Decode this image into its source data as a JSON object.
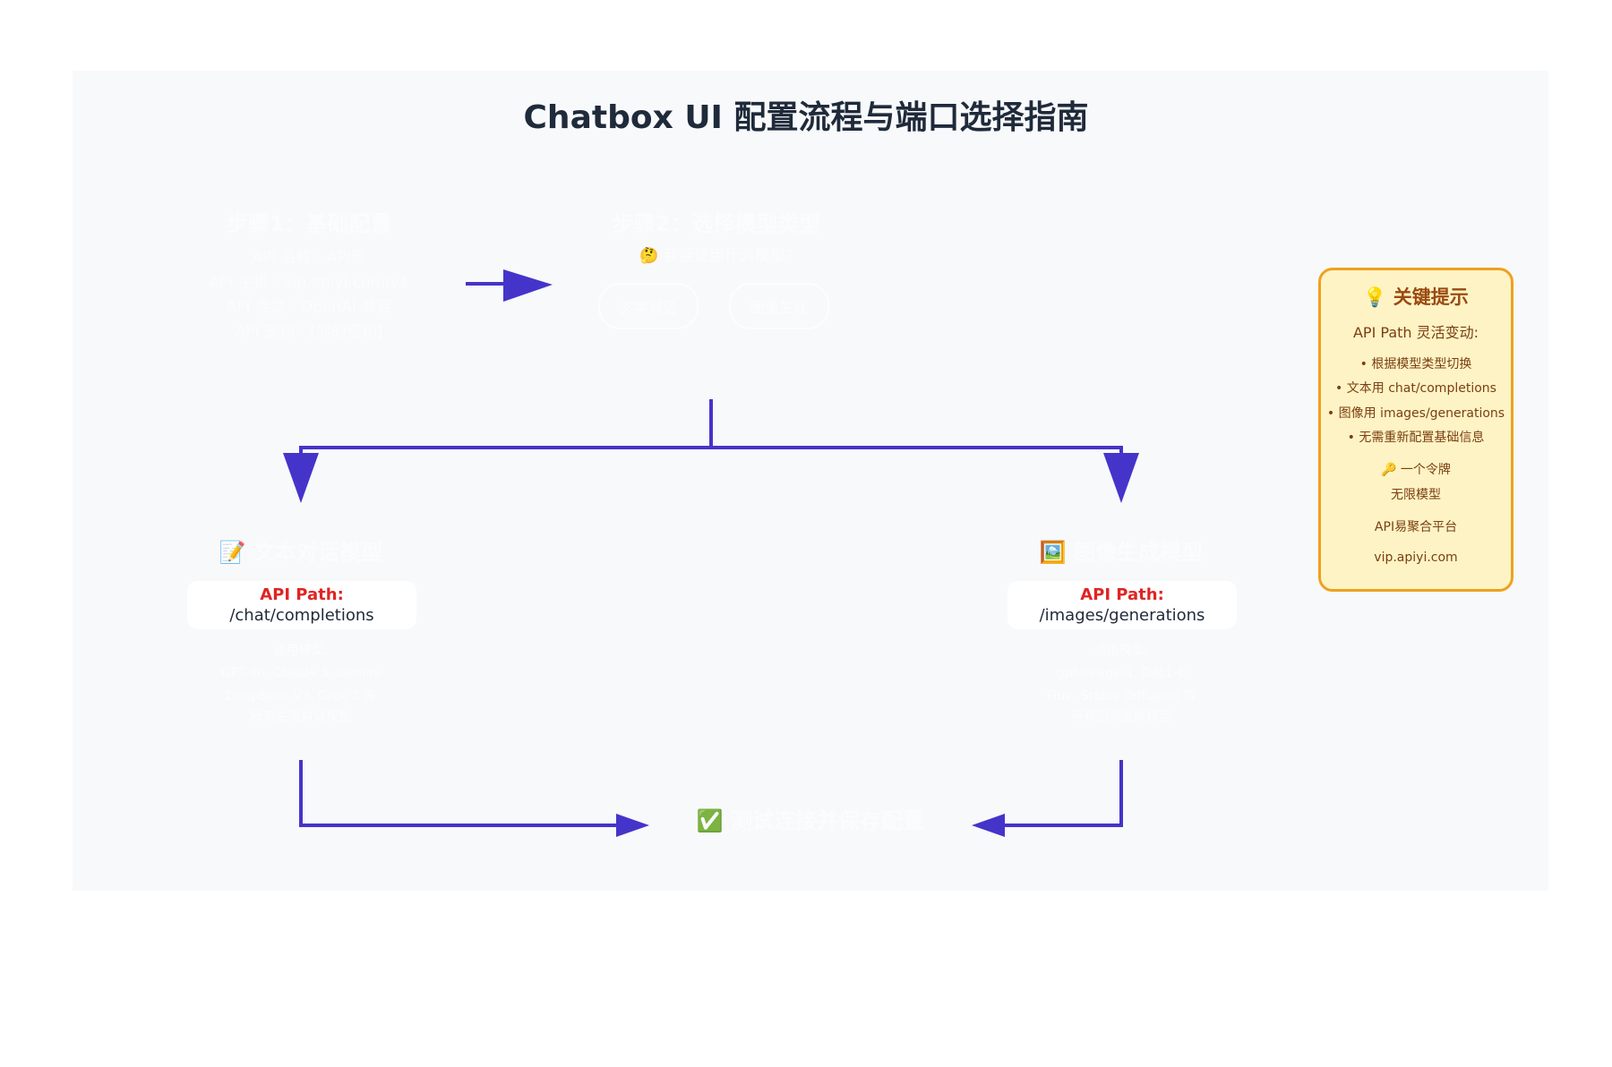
{
  "title": "Chatbox UI 配置流程与端口选择指南",
  "colors": {
    "arrow": "#4534c9",
    "path_label": "#e02424",
    "tip_background": "#fef3c5",
    "tip_border": "#f0a020"
  },
  "step1": {
    "title": "步骤1：基础配置",
    "lines": [
      "API 名称：API易",
      "API 主机：vip.apiyi.com/v1",
      "API 类型：OpenAI 兼容",
      "API 密钥：[你的密钥]"
    ]
  },
  "step2": {
    "title": "步骤2：选择模型类型",
    "question_emoji": "🤔",
    "question": "我要使用什么模型?",
    "option_text": "文本对话",
    "option_image": "图像生成"
  },
  "text_branch": {
    "emoji": "📝",
    "title": "文本对话模型",
    "path_label": "API Path:",
    "path_value": "/chat/completions",
    "models_title": "适用模型:",
    "models_line1": "GPT-4o, Claude 3, Gemini",
    "models_line2": "DeepSeek V3, Grok 3 等",
    "models_line3": "所有主流对话模型"
  },
  "image_branch": {
    "emoji": "🖼️",
    "title": "图像生成模型",
    "path_label": "API Path:",
    "path_value": "/images/generations",
    "models_title": "适用模型:",
    "models_line1": "gpt-image-1, DALL-E",
    "models_line2": "Flux, Stable Diffusion 等",
    "models_line3": "所有图像生成模型"
  },
  "final": {
    "emoji": "✅",
    "label": "测试连接并保存配置"
  },
  "tip": {
    "title_emoji": "💡",
    "title": "关键提示",
    "subtitle": "API Path 灵活变动:",
    "bullets": [
      "• 根据模型类型切换",
      "• 文本用 chat/completions",
      "• 图像用 images/generations",
      "• 无需重新配置基础信息"
    ],
    "token_line": "🔑 一个令牌",
    "unlimited": "无限模型",
    "platform": "API易聚合平台",
    "site": "vip.apiyi.com"
  }
}
